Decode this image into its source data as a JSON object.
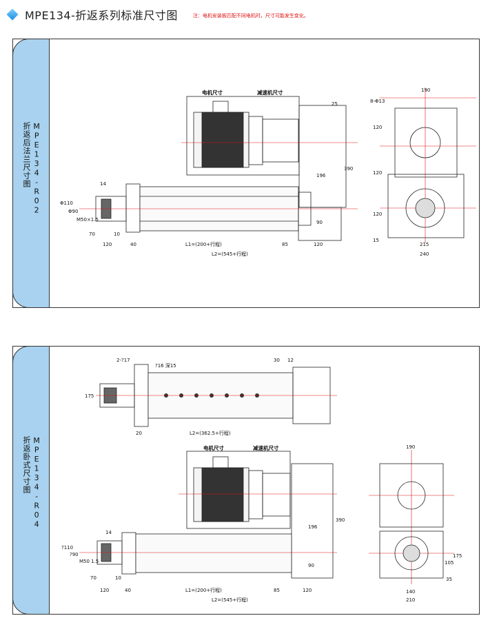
{
  "header": {
    "title": "MPE134-折返系列标准尺寸图",
    "note": "注：电机安装板匹配不同电机时，尺寸可能发生变化。"
  },
  "colors": {
    "accent": "#1a8de0",
    "tab_bg": "#a8d2ef",
    "centerline": "#e01010",
    "note": "#e01010"
  },
  "panel1": {
    "tab_name": "折返后法兰尺寸图",
    "tab_model": "MPE134-R02",
    "labels": {
      "motor": "电机尺寸",
      "reducer": "减速机尺寸"
    },
    "dims": {
      "d25": "25",
      "d390": "390",
      "d196": "196",
      "d90": "90",
      "d14": "14",
      "phi110": "Φ110",
      "phi90": "Φ90",
      "m50": "M50×1.5",
      "d70": "70",
      "d10": "10",
      "d120a": "120",
      "d40": "40",
      "l1": "L1=(200+行程)",
      "d85": "85",
      "d120b": "120",
      "l2": "L2=(545+行程)",
      "side_190": "190",
      "side_hole": "8-Φ13",
      "side_120a": "120",
      "side_120b": "120",
      "side_120c": "120",
      "side_15": "15",
      "side_215": "215",
      "side_240": "240"
    }
  },
  "panel2": {
    "tab_name": "折返卧式尺寸图",
    "tab_model": "MPE134-R04",
    "labels": {
      "motor": "电机尺寸",
      "reducer": "减速机尺寸"
    },
    "top_dims": {
      "hole2": "2-?17",
      "hole16": "?16 深15",
      "d30": "30",
      "d12": "12",
      "d175": "175",
      "d20": "20",
      "l2": "L2=(362.5+行程)"
    },
    "dims": {
      "d390": "390",
      "d196": "196",
      "d90": "90",
      "d14": "14",
      "phi110": "?110",
      "phi90": "?90",
      "m50": "M50 1.5",
      "d70": "70",
      "d10": "10",
      "d120a": "120",
      "d40": "40",
      "l1": "L1=(200+行程)",
      "d85": "85",
      "d120b": "120",
      "l2": "L2=(545+行程)",
      "side_190": "190",
      "side_105": "105",
      "side_175": "175",
      "side_35": "35",
      "side_140": "140",
      "side_210": "210"
    }
  }
}
